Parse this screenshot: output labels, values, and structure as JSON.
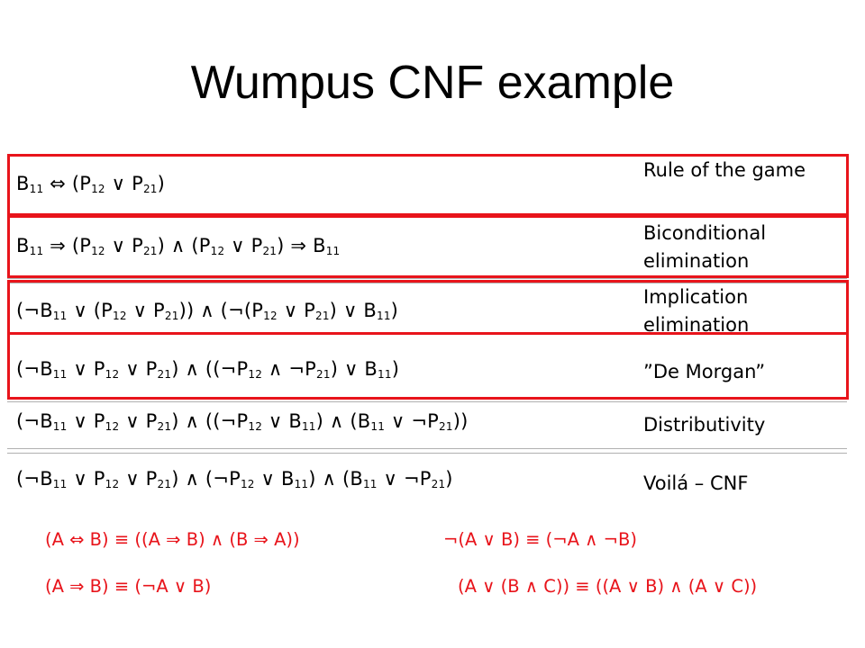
{
  "title": "Wumpus CNF example",
  "steps": [
    {
      "parts": [
        [
          "B",
          "11"
        ],
        [
          " ⇔ (P",
          "12"
        ],
        [
          " ∨ P",
          "21"
        ],
        [
          ")",
          ""
        ]
      ],
      "note": "Rule of the game"
    },
    {
      "parts": [
        [
          "B",
          "11"
        ],
        [
          " ⇒ (P",
          "12"
        ],
        [
          " ∨ P",
          "21"
        ],
        [
          ") ∧ (P",
          "12"
        ],
        [
          " ∨ P",
          "21"
        ],
        [
          ") ⇒ B",
          "11"
        ]
      ],
      "note": "Biconditional elimination"
    },
    {
      "parts": [
        [
          "(¬B",
          "11"
        ],
        [
          " ∨ (P",
          "12"
        ],
        [
          " ∨ P",
          "21"
        ],
        [
          ")) ∧ (¬(P",
          "12"
        ],
        [
          " ∨ P",
          "21"
        ],
        [
          ") ∨ B",
          "11"
        ],
        [
          ")",
          ""
        ]
      ],
      "note": "Implication elimination"
    },
    {
      "parts": [
        [
          "(¬B",
          "11"
        ],
        [
          " ∨ P",
          "12"
        ],
        [
          " ∨ P",
          "21"
        ],
        [
          ") ∧ ((¬P",
          "12"
        ],
        [
          " ∧ ¬P",
          "21"
        ],
        [
          ") ∨ B",
          "11"
        ],
        [
          ")",
          ""
        ]
      ],
      "note": "”De Morgan”"
    },
    {
      "parts": [
        [
          "(¬B",
          "11"
        ],
        [
          " ∨ P",
          "12"
        ],
        [
          " ∨ P",
          "21"
        ],
        [
          ") ∧ ((¬P",
          "12"
        ],
        [
          " ∨ B",
          "11"
        ],
        [
          ") ∧ (B",
          "11"
        ],
        [
          " ∨ ¬P",
          "21"
        ],
        [
          "))",
          ""
        ]
      ],
      "note": "Distributivity"
    },
    {
      "parts": [
        [
          "(¬B",
          "11"
        ],
        [
          " ∨ P",
          "12"
        ],
        [
          " ∨ P",
          "21"
        ],
        [
          ") ∧ (¬P",
          "12"
        ],
        [
          " ∨ B",
          "11"
        ],
        [
          ") ∧ (B",
          "11"
        ],
        [
          " ∨ ¬P",
          "21"
        ],
        [
          ")",
          ""
        ]
      ],
      "note": "Voilá – CNF"
    }
  ],
  "laws": [
    "(A ⇔ B) ≡ ((A ⇒ B) ∧ (B ⇒ A))",
    "¬(A ∨ B) ≡ (¬A ∧ ¬B)",
    "(A ⇒ B) ≡ (¬A ∨ B)",
    "(A ∨ (B ∧ C)) ≡ ((A ∨ B) ∧ (A ∨ C))"
  ],
  "colors": {
    "highlight": "#e8141b",
    "rule": "#b0b0b0"
  }
}
